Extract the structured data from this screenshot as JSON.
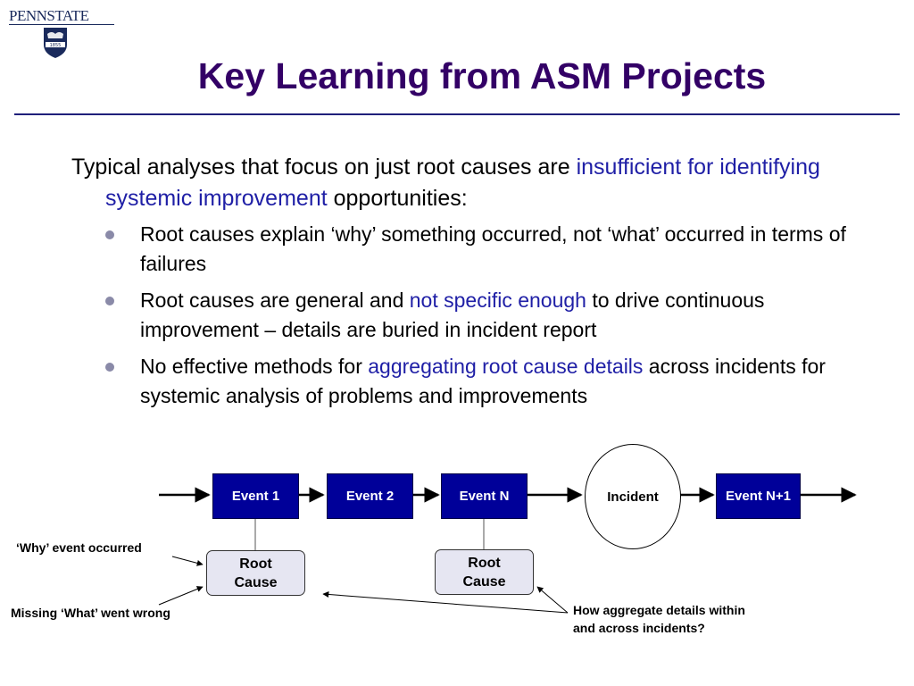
{
  "logo": {
    "text": "PENNSTATE",
    "year": "1855"
  },
  "title": "Key Learning from ASM Projects",
  "intro": {
    "prefix": "Typical analyses that focus on just root causes are ",
    "highlight": "insufficient for identifying systemic improvement",
    "suffix": " opportunities:"
  },
  "bullets": [
    {
      "before": "Root causes explain ‘why’ something occurred, not ‘what’ occurred in terms of failures",
      "highlight": "",
      "after": ""
    },
    {
      "before": "Root causes are general and ",
      "highlight": "not specific enough",
      "after": " to drive continuous improvement – details are buried in incident report"
    },
    {
      "before": "No effective methods for ",
      "highlight": "aggregating root cause details",
      "after": " across incidents for systemic analysis of problems and improvements"
    }
  ],
  "diagram": {
    "events": [
      "Event 1",
      "Event 2",
      "Event N",
      "Event N+1"
    ],
    "incident": "Incident",
    "root_cause_1": {
      "line1": "Root",
      "line2": "Cause"
    },
    "root_cause_2": {
      "line1": "Root",
      "line2": "Cause"
    },
    "note_why": "‘Why’ event occurred",
    "note_missing": "Missing ‘What’ went wrong",
    "note_aggregate": {
      "line1": "How aggregate details within",
      "line2": "and across incidents?"
    }
  },
  "colors": {
    "title": "#330066",
    "highlight": "#1f1fa6",
    "event_box": "#000099",
    "root_cause_fill": "#e6e6f2",
    "rule": "#1f1f7a"
  }
}
